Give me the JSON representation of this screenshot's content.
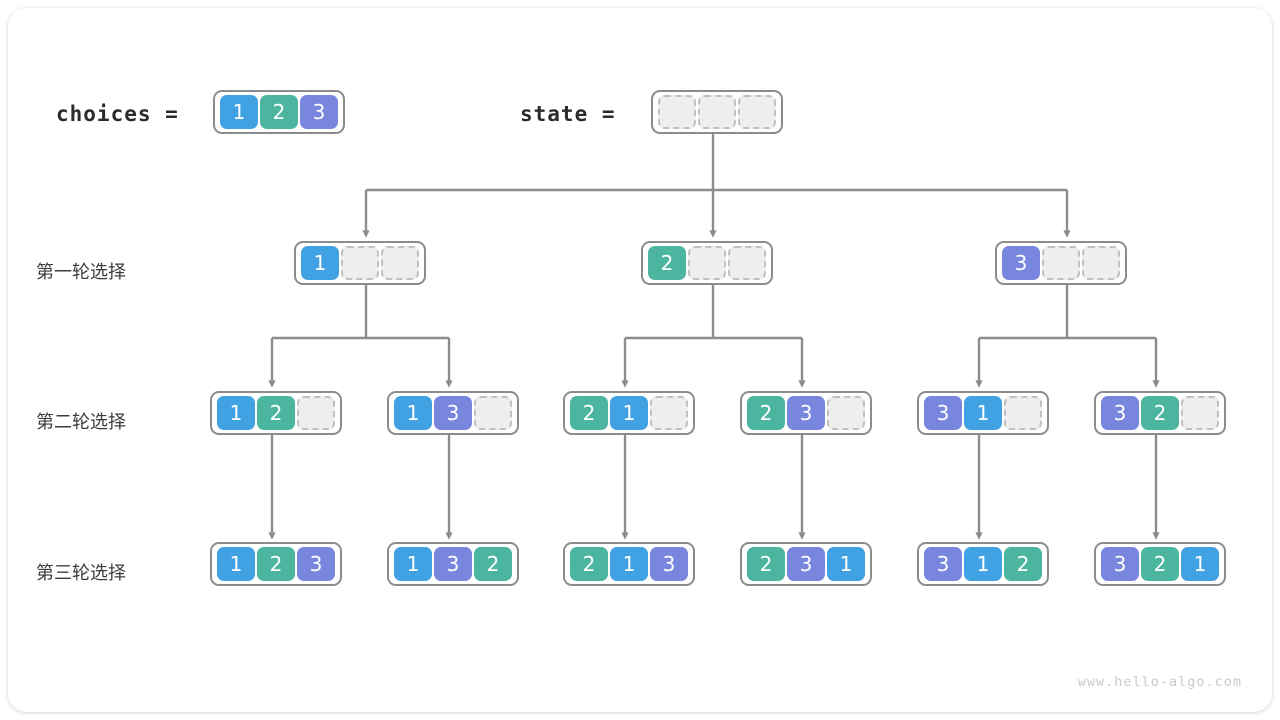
{
  "diagram": {
    "title_hidden": "",
    "watermark": "www.hello-algo.com",
    "header": {
      "choices_label": "choices =",
      "state_label": "state ="
    },
    "row_labels": [
      "第一轮选择",
      "第二轮选择",
      "第三轮选择"
    ],
    "colors": {
      "blue": "#40a2e3",
      "green": "#4cb5a0",
      "purple": "#7986de",
      "empty_fill": "#eeeeee",
      "empty_border": "#c0c0c0",
      "frame_border": "#8c8c8c",
      "wire": "#8c8c8c",
      "label_text": "#3c3c3c",
      "watermark_text": "#c9c9c9"
    },
    "choices": {
      "values": [
        "1",
        "2",
        "3"
      ]
    },
    "state": {
      "values": [
        "",
        "",
        ""
      ],
      "slots": 3
    },
    "round1": [
      {
        "values": [
          "1",
          "",
          ""
        ]
      },
      {
        "values": [
          "2",
          "",
          ""
        ]
      },
      {
        "values": [
          "3",
          "",
          ""
        ]
      }
    ],
    "round2": [
      {
        "values": [
          "1",
          "2",
          ""
        ]
      },
      {
        "values": [
          "1",
          "3",
          ""
        ]
      },
      {
        "values": [
          "2",
          "1",
          ""
        ]
      },
      {
        "values": [
          "2",
          "3",
          ""
        ]
      },
      {
        "values": [
          "3",
          "1",
          ""
        ]
      },
      {
        "values": [
          "3",
          "2",
          ""
        ]
      }
    ],
    "round3": [
      {
        "values": [
          "1",
          "2",
          "3"
        ]
      },
      {
        "values": [
          "1",
          "3",
          "2"
        ]
      },
      {
        "values": [
          "2",
          "1",
          "3"
        ]
      },
      {
        "values": [
          "2",
          "3",
          "1"
        ]
      },
      {
        "values": [
          "3",
          "1",
          "2"
        ]
      },
      {
        "values": [
          "3",
          "2",
          "1"
        ]
      }
    ]
  }
}
